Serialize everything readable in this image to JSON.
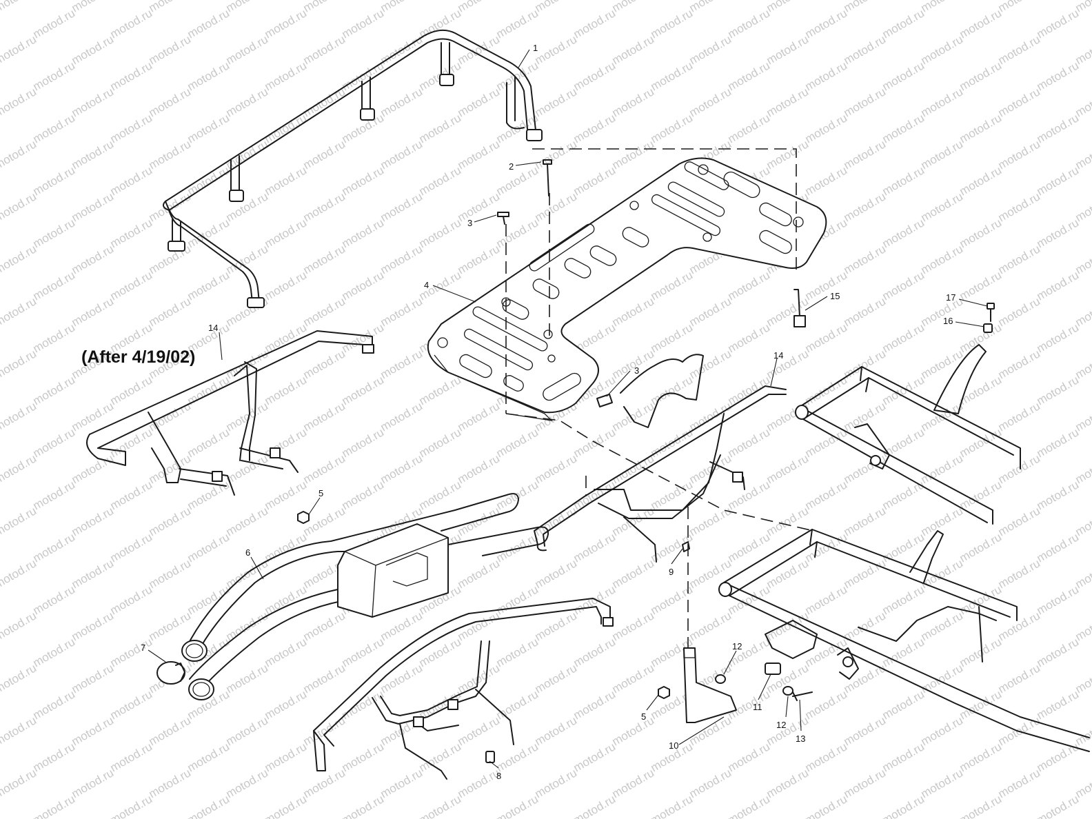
{
  "note": "(After 4/19/02)",
  "watermark": "motod.ru",
  "callouts": {
    "c1": "1",
    "c2": "2",
    "c3a": "3",
    "c3b": "3",
    "c4": "4",
    "c5a": "5",
    "c5b": "5",
    "c6": "6",
    "c7": "7",
    "c8": "8",
    "c9": "9",
    "c10": "10",
    "c11": "11",
    "c12a": "12",
    "c12b": "12",
    "c13": "13",
    "c14a": "14",
    "c14b": "14",
    "c15": "15",
    "c16": "16",
    "c17": "17"
  }
}
